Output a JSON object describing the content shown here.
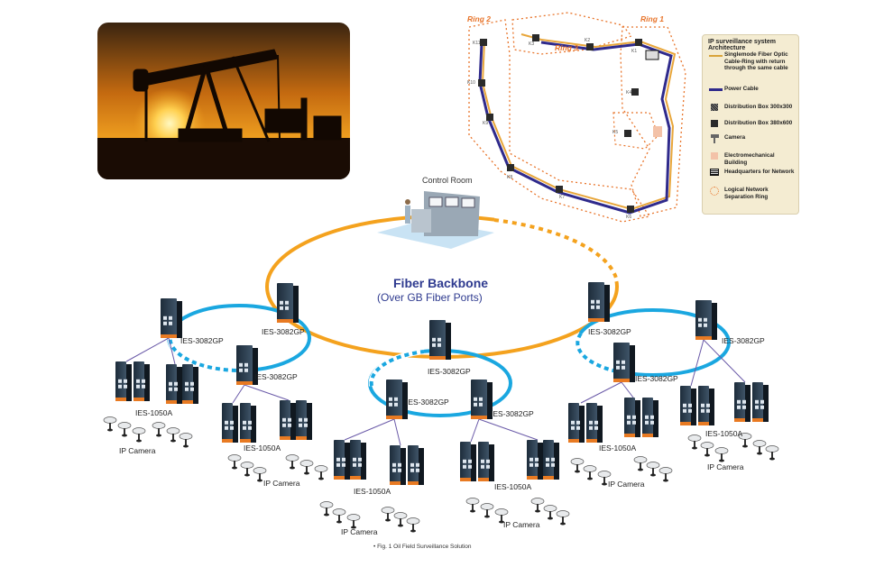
{
  "map": {
    "ring1": "Ring 1",
    "ring2": "Ring 2",
    "ring3": "Ring 3",
    "sites": [
      "K1",
      "K2",
      "K3",
      "K4",
      "K5",
      "K6",
      "K7",
      "K8",
      "K9",
      "K10",
      "K11"
    ]
  },
  "legend": {
    "title": "IP surveillance system Architecture",
    "items": [
      {
        "label": "Singlemode Fiber Optic Cable-Ring with return through the same cable"
      },
      {
        "label": "Power Cable"
      },
      {
        "label": "Distribution Box 300x300"
      },
      {
        "label": "Distribution Box 380x600"
      },
      {
        "label": "Camera"
      },
      {
        "label": "Electromechanical Building"
      },
      {
        "label": "Headquarters for Network"
      },
      {
        "label": "Logical Network Separation Ring"
      }
    ]
  },
  "diagram": {
    "control_room": "Control Room",
    "backbone_title": "Fiber Backbone",
    "backbone_subtitle": "(Over GB Fiber Ports)",
    "switch_model": "IES-3082GP",
    "edge_model": "IES-1050A",
    "camera_label": "IP Camera"
  },
  "caption": "• Fig. 1  Oil Field Surveillance Solution",
  "colors": {
    "orange_ring": "#f4a21e",
    "blue_ring": "#1aa7e0",
    "fiber_line": "#e8a63a",
    "power_line": "#2f2a8c",
    "title_blue": "#2e3a8f",
    "legend_bg": "#f4ecd2"
  }
}
